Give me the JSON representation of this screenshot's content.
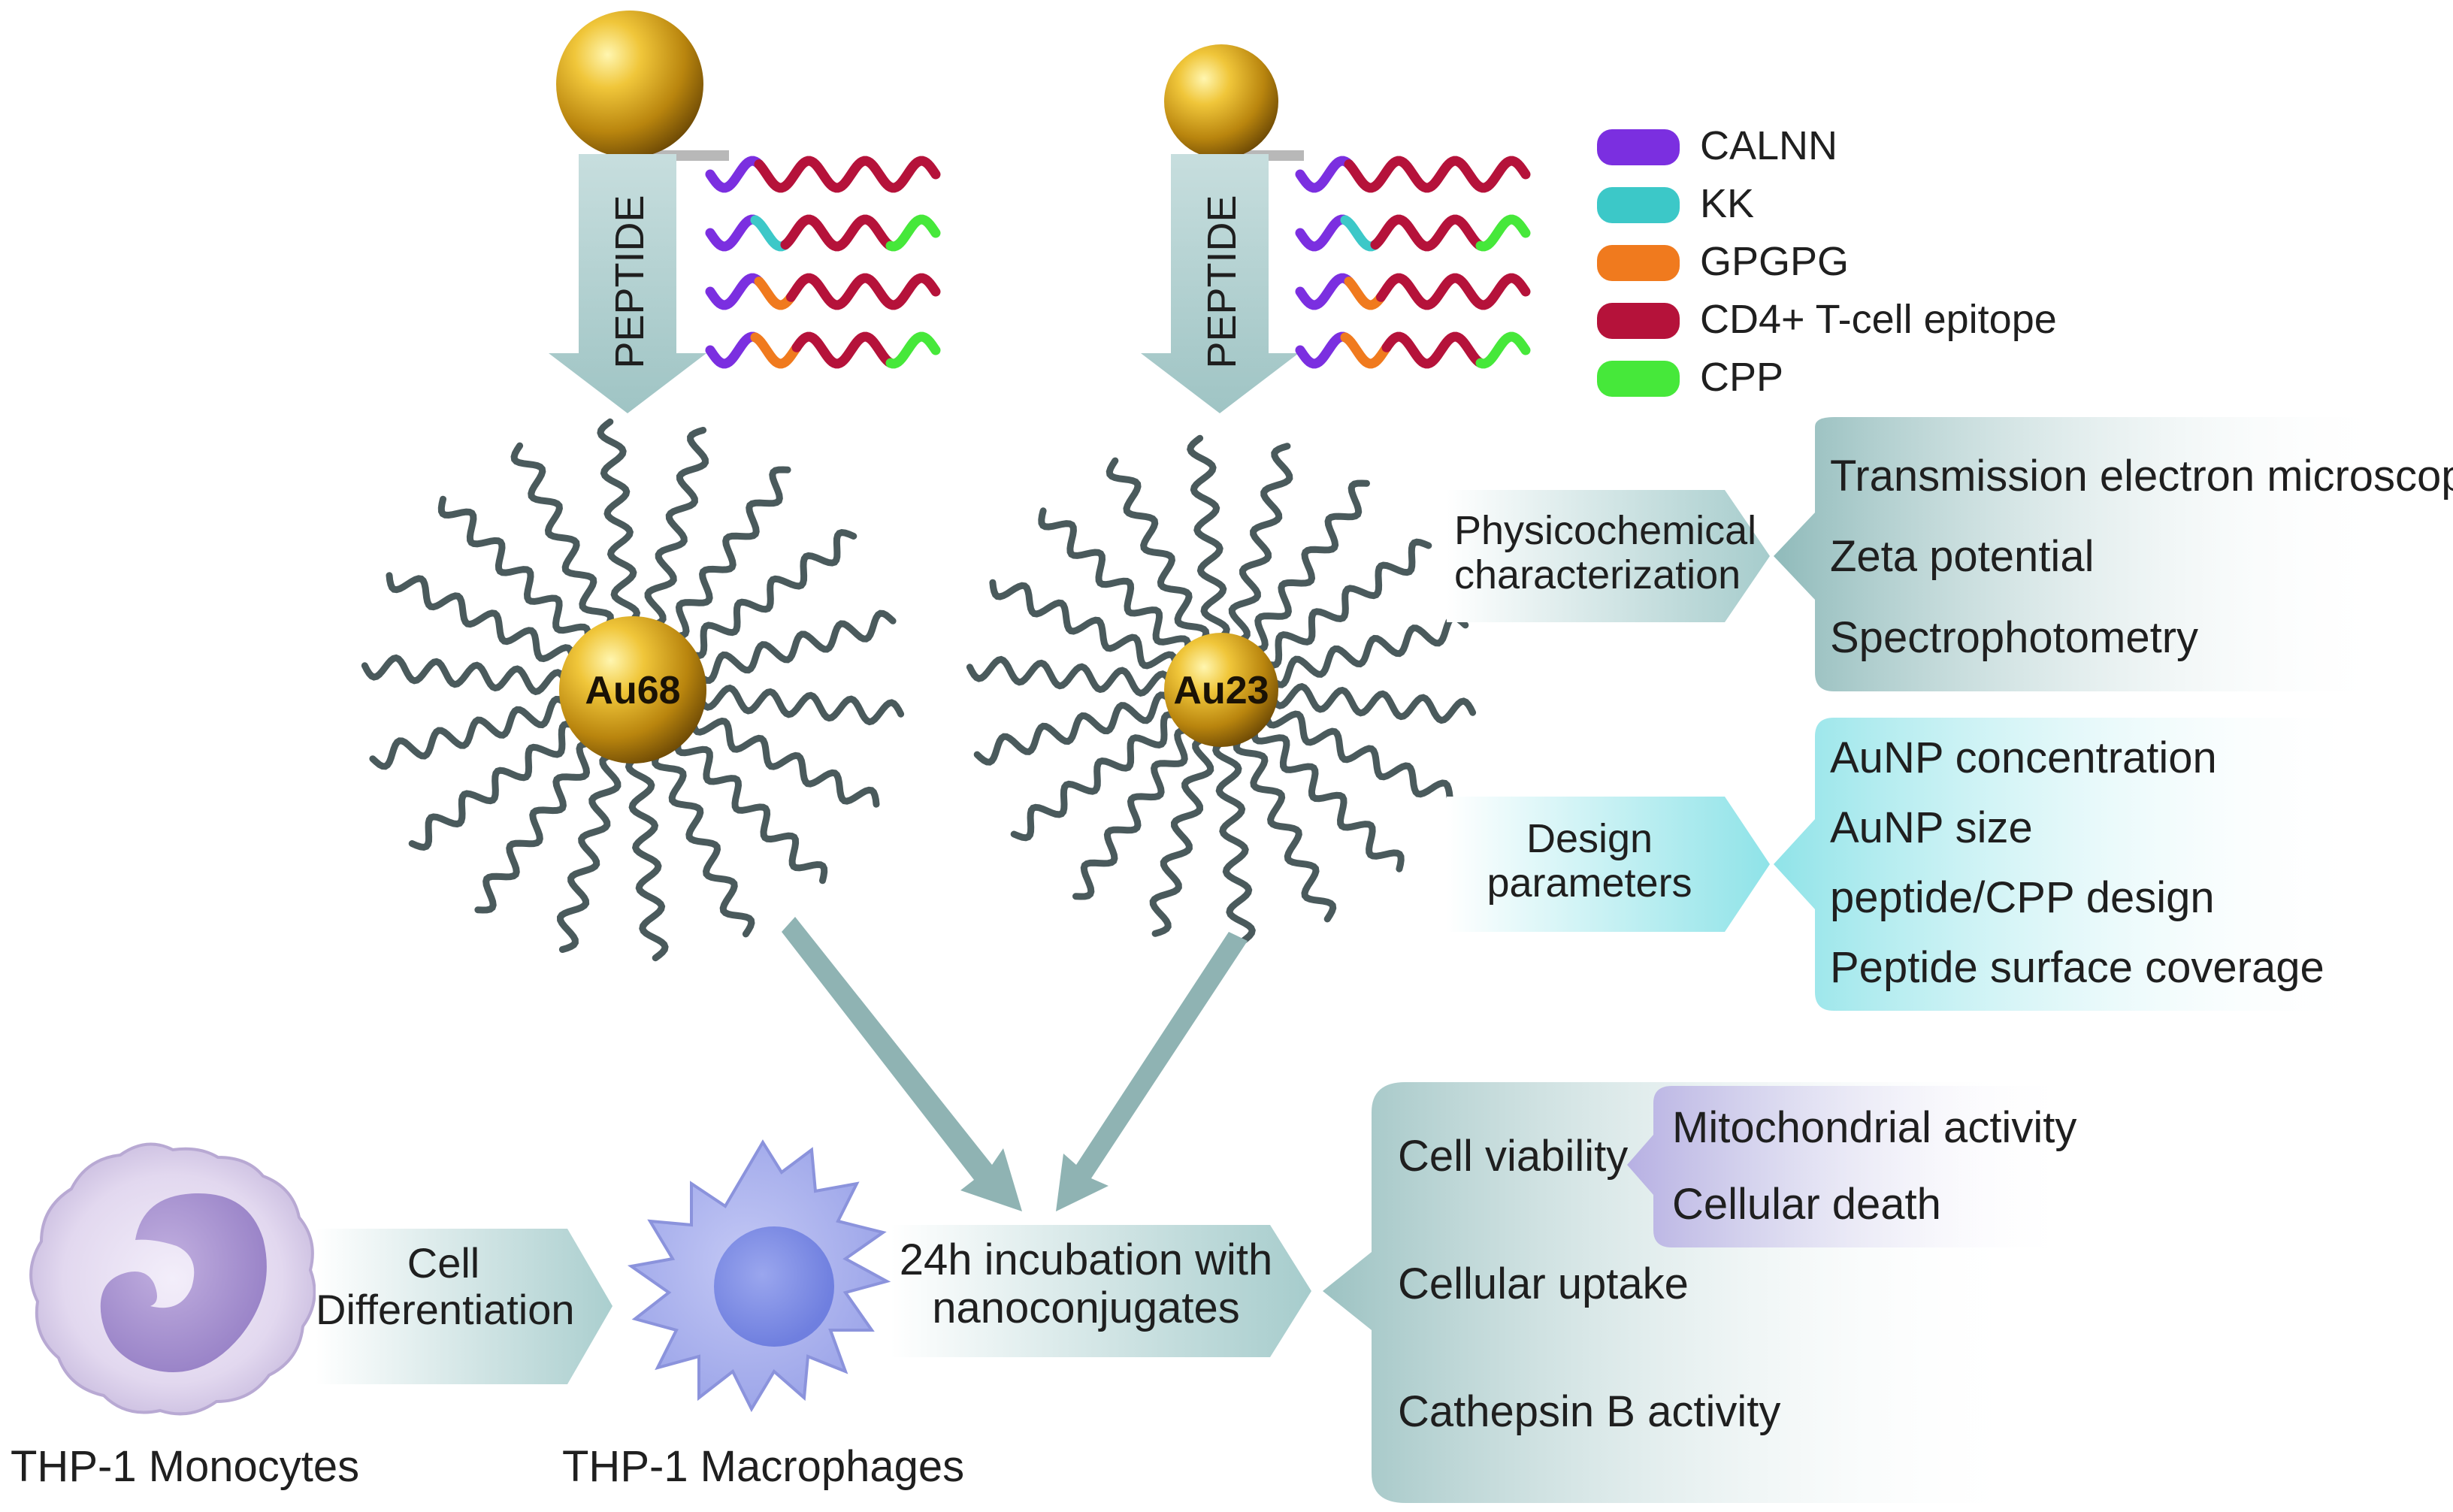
{
  "peptide_arrow_label": "PEPTIDE",
  "nanoparticles": [
    {
      "label": "Au68"
    },
    {
      "label": "Au23"
    }
  ],
  "legend": [
    {
      "label": "CALNN",
      "color": "#7b2fe0"
    },
    {
      "label": "KK",
      "color": "#3cc8c8"
    },
    {
      "label": "GPGPG",
      "color": "#f07a1e"
    },
    {
      "label": "CD4+ T-cell epitope",
      "color": "#b5123a"
    },
    {
      "label": "CPP",
      "color": "#46e83a"
    }
  ],
  "physicochemical": {
    "title_line1": "Physicochemical",
    "title_line2": "characterization",
    "items": [
      "Transmission electron microscopy",
      "Zeta potential",
      "Spectrophotometry"
    ]
  },
  "design": {
    "title_line1": "Design",
    "title_line2": "parameters",
    "items": [
      "AuNP concentration",
      "AuNP size",
      "peptide/CPP design",
      "Peptide surface coverage"
    ]
  },
  "cells": {
    "monocytes_label": "THP-1 Monocytes",
    "differentiation_line1": "Cell",
    "differentiation_line2": "Differentiation",
    "macrophages_label": "THP-1 Macrophages"
  },
  "incubation": {
    "line1": "24h incubation with",
    "line2": "nanoconjugates"
  },
  "assays": {
    "cell_viability": "Cell viability",
    "viability_items": [
      "Mitochondrial activity",
      "Cellular death"
    ],
    "cellular_uptake": "Cellular uptake",
    "cathepsin": "Cathepsin B activity"
  },
  "colors": {
    "teal_dark": "#8db8b8",
    "cyan": "#9fe6ea",
    "lavender": "#c4bde8",
    "gold": "#d9a21a",
    "arrow": "#8fb3b3",
    "wave": "#4a5a5c"
  }
}
